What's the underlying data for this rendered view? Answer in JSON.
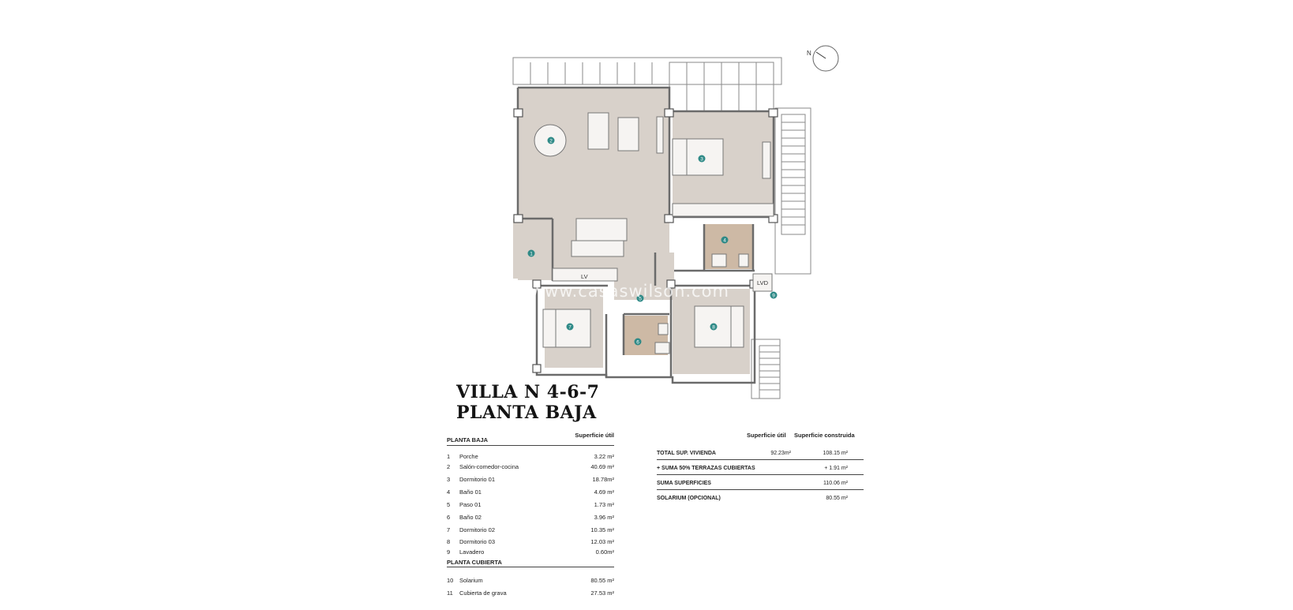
{
  "watermark": "www.casaswilson.com",
  "north_label": "N",
  "title": {
    "line1": "VILLA N 4-6-7",
    "line2": "PLANTA BAJA"
  },
  "room_markers": [
    "1",
    "2",
    "3",
    "4",
    "5",
    "6",
    "7",
    "8",
    "9"
  ],
  "plan_labels": {
    "laundry": "LVD",
    "washer": "LV"
  },
  "colors": {
    "floor": "#d8d1ca",
    "bath_floor": "#cdb9a5",
    "marker": "#2f8a87",
    "wall": "#6b6b6b"
  },
  "left_table": {
    "section": "PLANTA BAJA",
    "column_header": "Superficie útil",
    "rows": [
      {
        "num": "1",
        "name": "Porche",
        "area": "3.22 m²"
      },
      {
        "num": "2",
        "name": "Salón-comedor-cocina",
        "area": "40.69 m²"
      },
      {
        "num": "3",
        "name": "Dormitorio 01",
        "area": "18.78m²"
      },
      {
        "num": "4",
        "name": "Baño 01",
        "area": "4.69 m²"
      },
      {
        "num": "5",
        "name": "Paso 01",
        "area": "1.73 m²"
      },
      {
        "num": "6",
        "name": "Baño 02",
        "area": "3.96 m²"
      },
      {
        "num": "7",
        "name": "Dormitorio 02",
        "area": "10.35 m²"
      },
      {
        "num": "8",
        "name": "Dormitorio 03",
        "area": "12.03 m²"
      },
      {
        "num": "9",
        "name": "Lavadero",
        "area": "0.60m²"
      }
    ],
    "section2": "PLANTA CUBIERTA",
    "rows2": [
      {
        "num": "10",
        "name": "Solarium",
        "area": "80.55 m²"
      },
      {
        "num": "11",
        "name": "Cubierta de grava",
        "area": "27.53 m²"
      }
    ]
  },
  "right_table": {
    "col_util": "Superficie útil",
    "col_construida": "Superficie construida",
    "rows": [
      {
        "label": "TOTAL SUP. VIVIENDA",
        "util": "92.23m²",
        "construida": "108.15 m²"
      },
      {
        "label": "+ SUMA 50% TERRAZAS CUBIERTAS",
        "util": "",
        "construida": "+ 1.91 m²"
      },
      {
        "label": "SUMA SUPERFICIES",
        "util": "",
        "construida": "110.06 m²"
      },
      {
        "label": "SOLARIUM (OPCIONAL)",
        "util": "",
        "construida": "80.55 m²"
      }
    ]
  }
}
